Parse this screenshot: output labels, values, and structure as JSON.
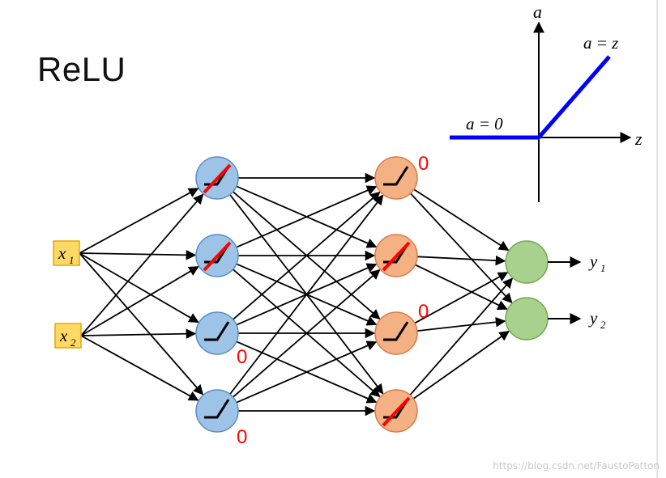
{
  "title": "ReLU",
  "graph": {
    "y_axis_label": "a",
    "x_axis_label": "z",
    "line_right_label": "a = z",
    "line_left_label": "a = 0"
  },
  "network": {
    "inputs": [
      {
        "base": "x",
        "sub": "1"
      },
      {
        "base": "x",
        "sub": "2"
      }
    ],
    "outputs": [
      {
        "base": "y",
        "sub": "1"
      },
      {
        "base": "y",
        "sub": "2"
      }
    ],
    "layer1": [
      {
        "state": "linear",
        "zero_label": ""
      },
      {
        "state": "linear",
        "zero_label": ""
      },
      {
        "state": "zero",
        "zero_label": "0"
      },
      {
        "state": "zero",
        "zero_label": "0"
      }
    ],
    "layer2": [
      {
        "state": "zero",
        "zero_label": "0"
      },
      {
        "state": "linear",
        "zero_label": ""
      },
      {
        "state": "zero",
        "zero_label": "0"
      },
      {
        "state": "linear",
        "zero_label": ""
      }
    ]
  },
  "colors": {
    "layer1_fill": "#9dc3e6",
    "layer1_stroke": "#5b8cc6",
    "layer2_fill": "#f4b183",
    "layer2_stroke": "#d97b4a",
    "output_fill": "#a9d18e",
    "output_stroke": "#6fa84f",
    "input_fill": "#ffd966",
    "input_stroke": "#e6a800",
    "relu_line": "#0000ff",
    "active_slash": "#ff0000",
    "zero_text": "#ff0000"
  },
  "watermark": "https://blog.csdn.net/FaustoPatton"
}
